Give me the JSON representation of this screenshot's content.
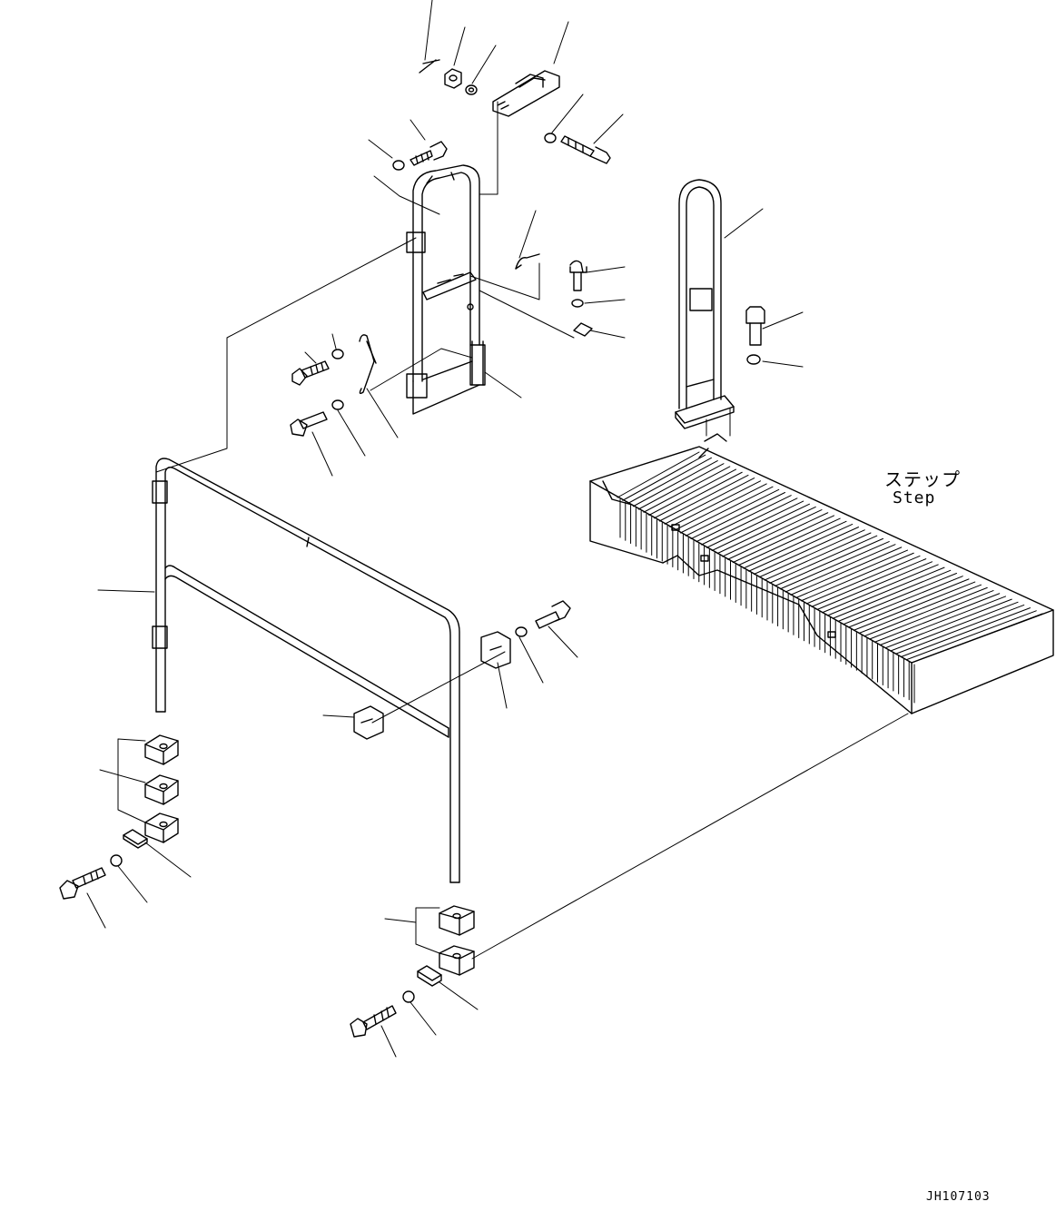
{
  "labels": {
    "step_japanese": "ステップ",
    "step_english": "Step",
    "drawing_code": "JH107103"
  },
  "colors": {
    "line": "#000000",
    "background": "#ffffff"
  }
}
